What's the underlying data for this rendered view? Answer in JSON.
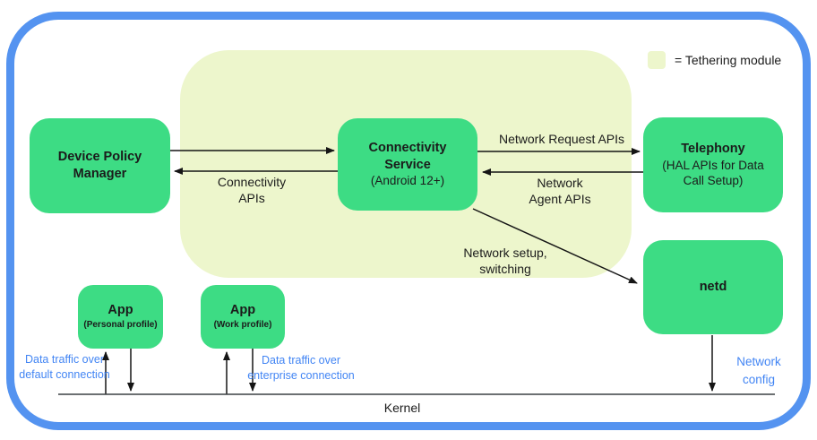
{
  "colors": {
    "node_green": "#3ddc84",
    "tethering_background": "#edf6cc",
    "frame_blue": "#5493f0",
    "label_blue": "#4285f4",
    "text_dark": "#1b1b1b"
  },
  "legend": {
    "label": "= Tethering module"
  },
  "nodes": {
    "device_policy_manager": {
      "title": "Device Policy\nManager"
    },
    "connectivity_service": {
      "title": "Connectivity\nService",
      "subtitle": "(Android 12+)"
    },
    "telephony": {
      "title": "Telephony",
      "subtitle": "(HAL APIs for Data\nCall Setup)"
    },
    "netd": {
      "title": "netd"
    },
    "app_personal": {
      "title": "App",
      "subtitle": "(Personal profile)"
    },
    "app_work": {
      "title": "App",
      "subtitle": "(Work profile)"
    }
  },
  "edge_labels": {
    "connectivity_apis": "Connectivity\nAPIs",
    "network_request_apis": "Network Request APIs",
    "network_agent_apis": "Network\nAgent APIs",
    "network_setup_switching": "Network setup,\nswitching",
    "data_traffic_default": "Data traffic over\ndefault connection",
    "data_traffic_enterprise": "Data traffic over\nenterprise connection",
    "network_config": "Network\nconfig"
  },
  "kernel_label": "Kernel"
}
